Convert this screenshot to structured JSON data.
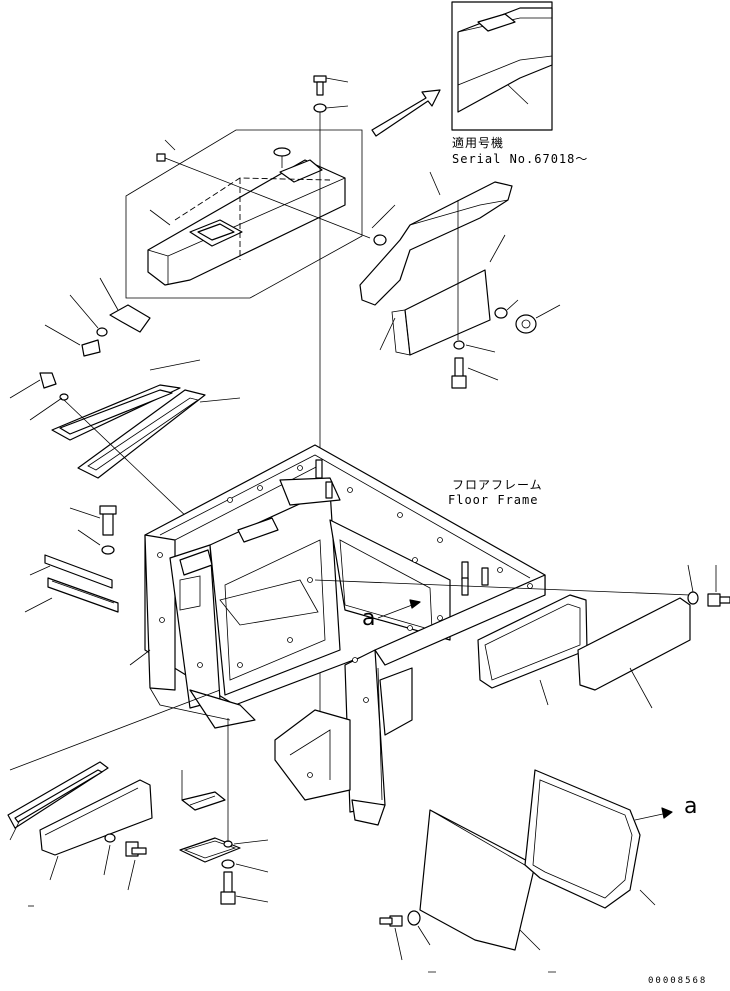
{
  "inset_label": {
    "applicable_jp": "適用号機",
    "serial": "Serial No.67018～"
  },
  "floor_frame": {
    "jp": "フロアフレーム",
    "en": "Floor Frame"
  },
  "view_marker": "a",
  "view_marker_2": "a",
  "drawing_number": "00008568"
}
